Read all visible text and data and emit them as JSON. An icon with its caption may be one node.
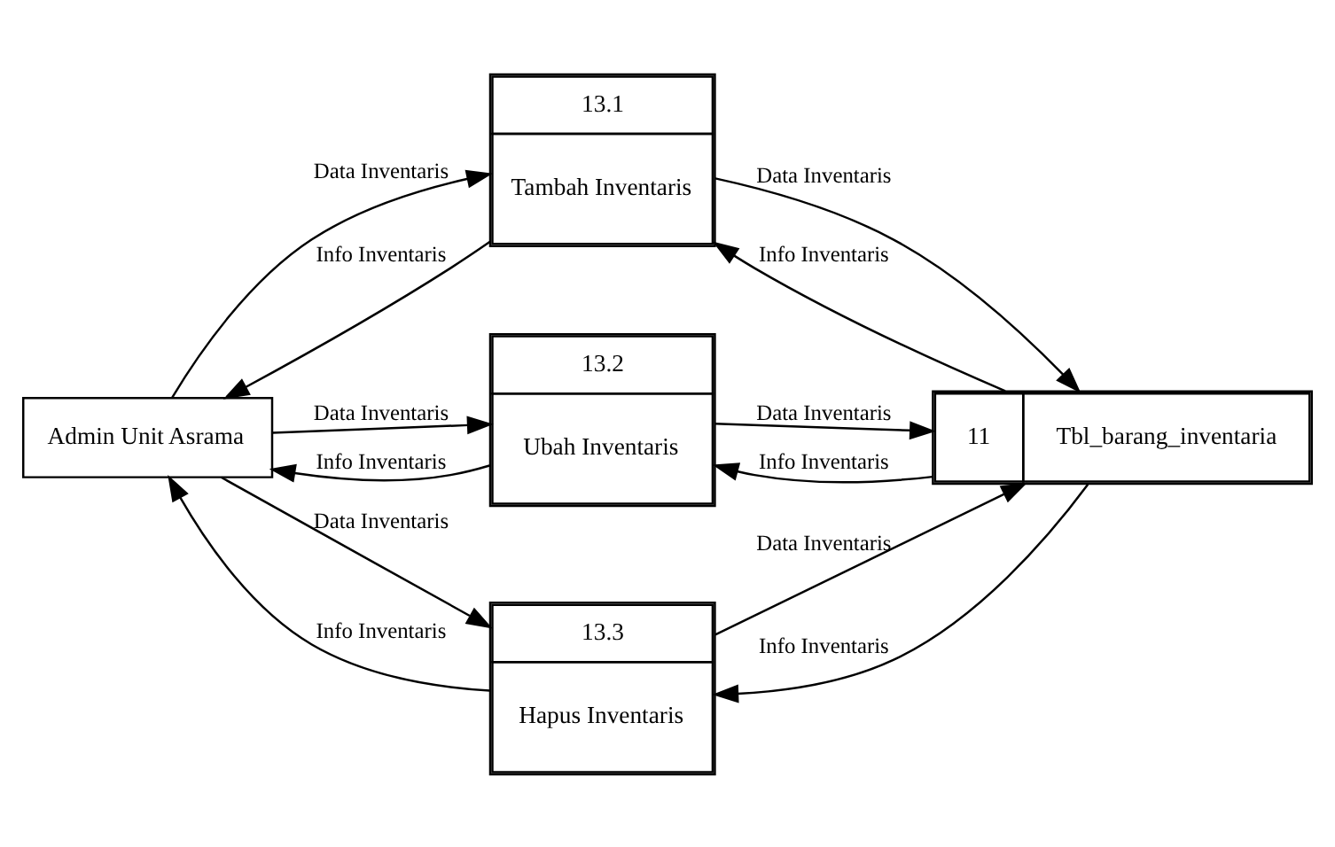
{
  "diagram": {
    "nodes": [
      {
        "text": [
          "Admin Unit Asrama"
        ]
      },
      {
        "text": [
          "13.1",
          "Tambah Inventaris"
        ]
      },
      {
        "text": [
          "13.2",
          "Ubah Inventaris"
        ]
      },
      {
        "text": [
          "13.3",
          "Hapus Inventaris"
        ]
      },
      {
        "text": [
          "11",
          "Tbl_barang_inventaria"
        ]
      }
    ],
    "edges": [
      {
        "from": 0,
        "to": 1,
        "arrow": "to",
        "label": "Data Inventaris"
      },
      {
        "from": 1,
        "to": 0,
        "arrow": "to",
        "label": "Info Inventaris"
      },
      {
        "from": 1,
        "to": 4,
        "arrow": "to",
        "label": "Data Inventaris"
      },
      {
        "from": 4,
        "to": 1,
        "arrow": "to",
        "label": "Info Inventaris"
      },
      {
        "from": 0,
        "to": 2,
        "arrow": "to",
        "label": "Data Inventaris"
      },
      {
        "from": 2,
        "to": 0,
        "arrow": "to",
        "label": "Info Inventaris"
      },
      {
        "from": 2,
        "to": 4,
        "arrow": "to",
        "label": "Data Inventaris"
      },
      {
        "from": 4,
        "to": 2,
        "arrow": "to",
        "label": "Info Inventaris"
      },
      {
        "from": 0,
        "to": 3,
        "arrow": "to",
        "label": "Data Inventaris"
      },
      {
        "from": 3,
        "to": 0,
        "arrow": "to",
        "label": "Info Inventaris"
      },
      {
        "from": 3,
        "to": 4,
        "arrow": "to",
        "label": "Data Inventaris"
      },
      {
        "from": 4,
        "to": 3,
        "arrow": "to",
        "label": "Info Inventaris"
      }
    ]
  }
}
